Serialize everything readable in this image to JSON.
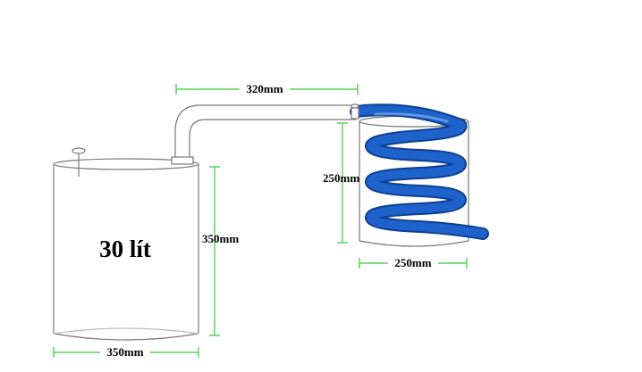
{
  "diagram": {
    "volume_label": "30 lít",
    "tank": {
      "width_label": "350mm",
      "height_label": "350mm"
    },
    "pipe": {
      "length_label": "320mm"
    },
    "condenser": {
      "width_label": "250mm",
      "height_label": "250mm"
    },
    "colors": {
      "outline": "#777777",
      "dimension_line": "#33cc33",
      "coil": "#1e63cc",
      "coil_edge": "#0e3f90"
    }
  }
}
